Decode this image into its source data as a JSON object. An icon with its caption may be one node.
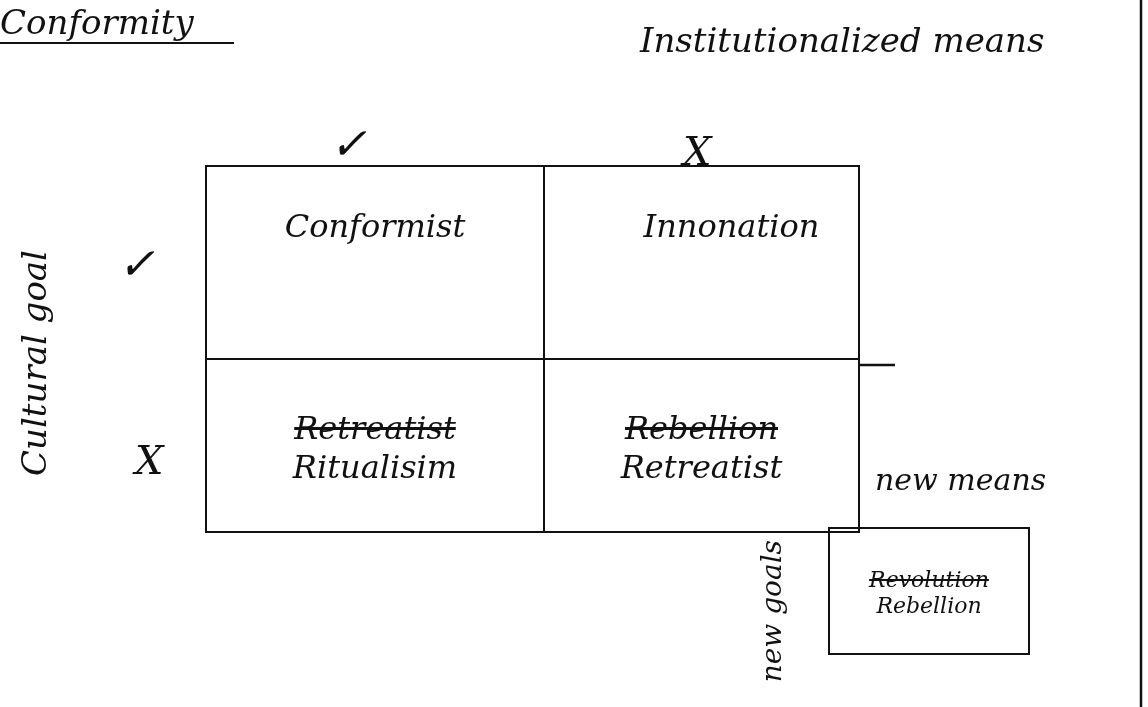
{
  "diagram": {
    "title": "Conformity",
    "nodes": [
      {
        "text": [
          "Conformist"
        ]
      },
      {
        "text": [
          "Innonation"
        ]
      },
      {
        "text": [
          "Retreatist",
          "Ritualisim"
        ]
      },
      {
        "text": [
          "Rebellion",
          "Retreatist"
        ]
      },
      {
        "text": [
          "Revolution",
          "Rebellion"
        ]
      }
    ],
    "edges": [],
    "labels": [
      "Institutionalized means",
      "✓",
      "X",
      "Cultural goal",
      "✓",
      "X",
      "new means",
      "new goals"
    ]
  }
}
